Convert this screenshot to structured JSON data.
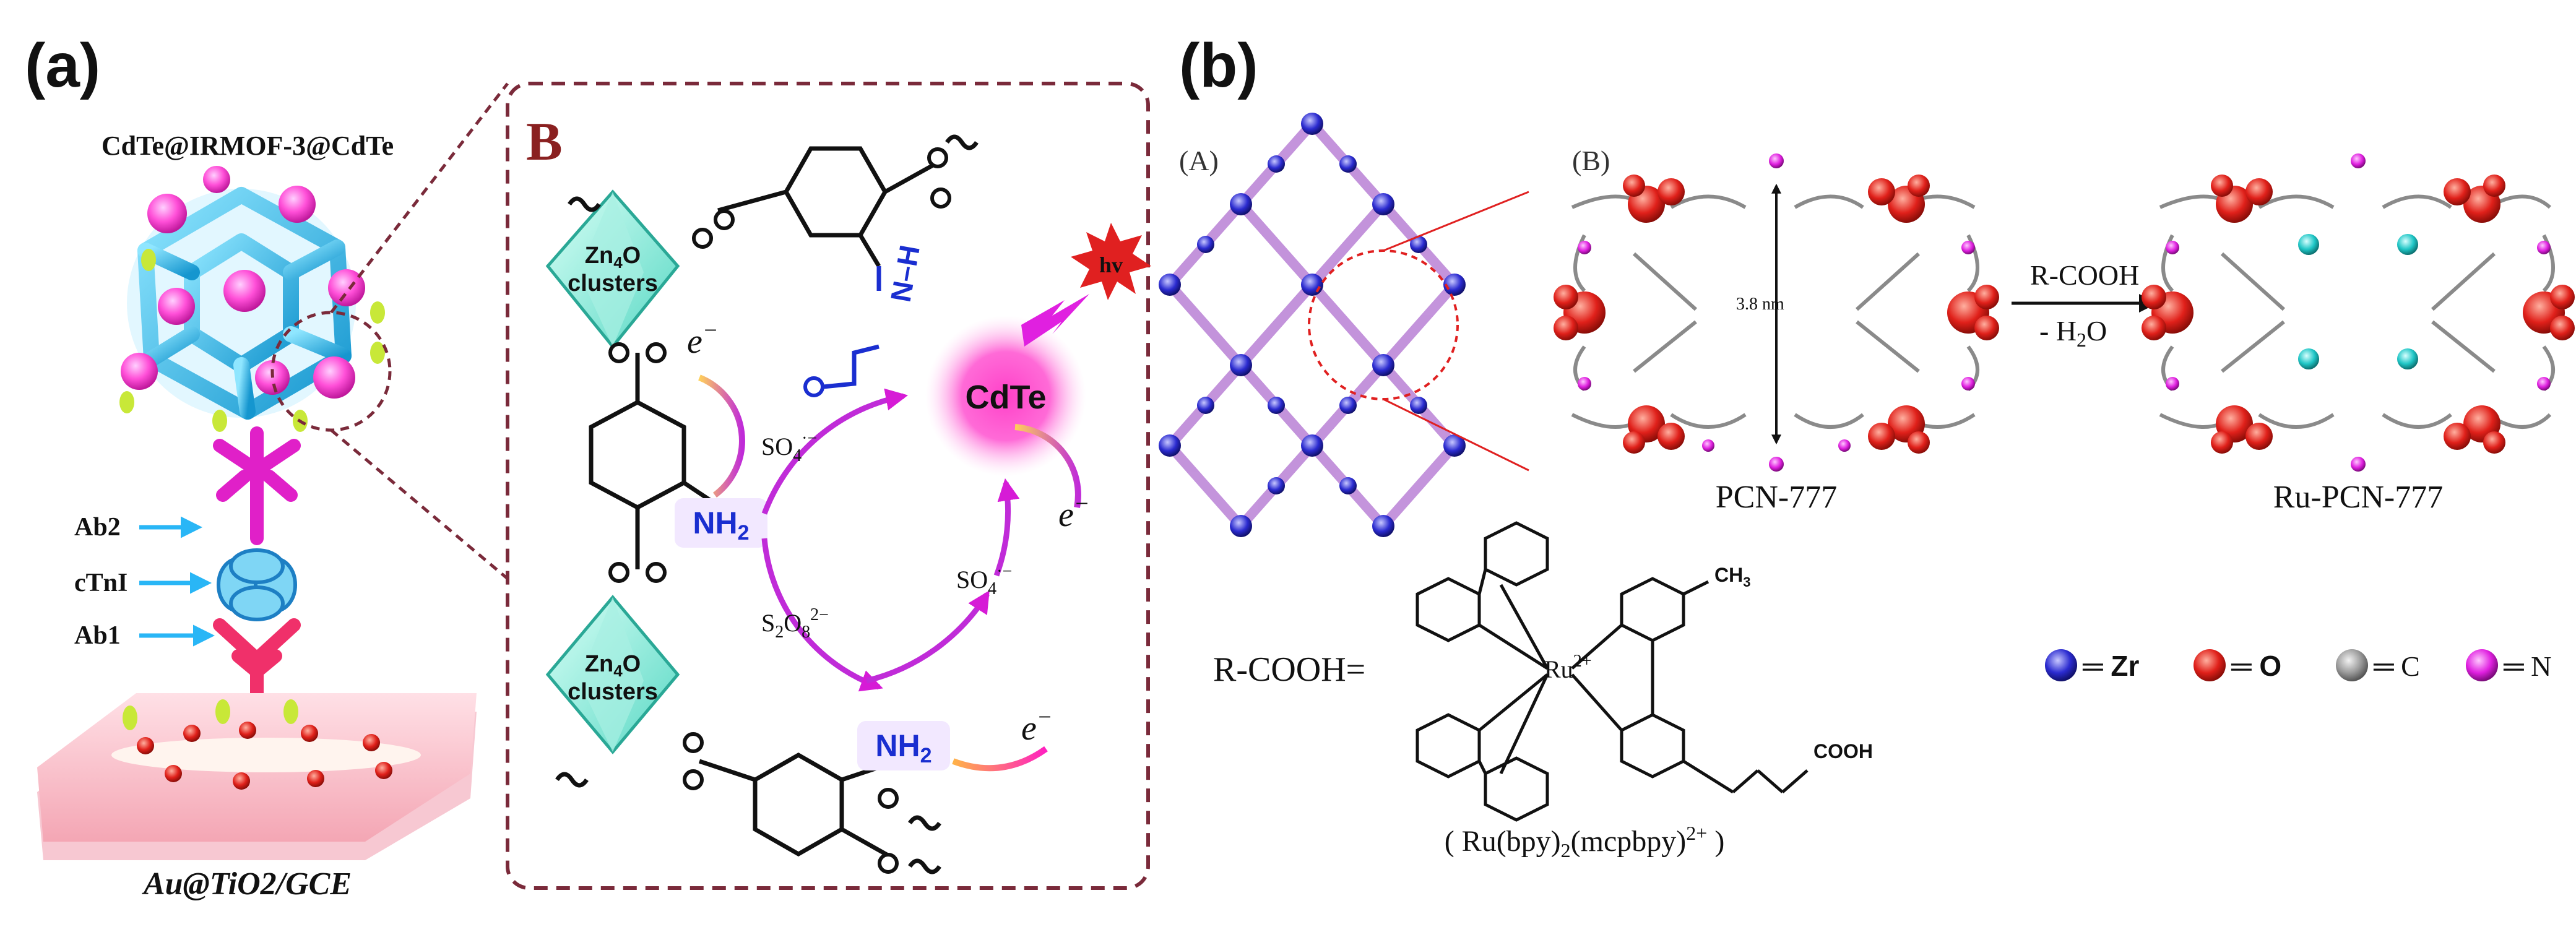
{
  "panel_a": {
    "label": "(a)",
    "title": "CdTe@IRMOF-3@CdTe",
    "stack": [
      {
        "label": "Ab2"
      },
      {
        "label": "cTnI"
      },
      {
        "label": "Ab1"
      }
    ],
    "electrode": "Au@TiO2/GCE",
    "inset": {
      "letter": "B",
      "clusters": "Zn4O clusters",
      "cdte": "CdTe",
      "hv": "hv",
      "nh2": "NH2",
      "nh": "N–H",
      "so4": "SO4·−",
      "s2o8": "S2O8 2−",
      "electron": "e−"
    }
  },
  "panel_b": {
    "label": "(b)",
    "sub_a": "(A)",
    "sub_b": "(B)",
    "distance": "3.8 nm",
    "reaction_top": "R-COOH",
    "reaction_bottom": "- H2O",
    "left_name": "PCN-777",
    "right_name": "Ru-PCN-777",
    "ligand_prefix": "R-COOH=",
    "ligand_name": "( Ru(bpy)2(mcpbpy)2+ )",
    "metal": "Ru2+",
    "ch3": "CH3",
    "cooh": "COOH",
    "legend": [
      {
        "symbol": "Zr",
        "color": "#2b2bd0"
      },
      {
        "symbol": "O",
        "color": "#e0201a"
      },
      {
        "symbol": "C",
        "color": "#9a9a9a"
      },
      {
        "symbol": "N",
        "color": "#e020e0"
      }
    ]
  }
}
